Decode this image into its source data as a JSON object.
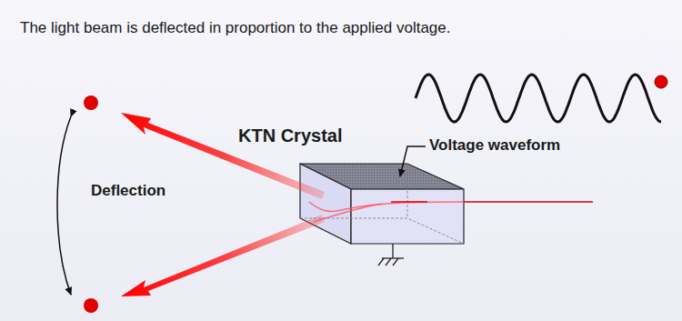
{
  "diagram": {
    "title": "The light beam is deflected in proportion to the applied voltage.",
    "labels": [
      "KTN Crystal",
      "Voltage waveform",
      "Deflection"
    ]
  }
}
